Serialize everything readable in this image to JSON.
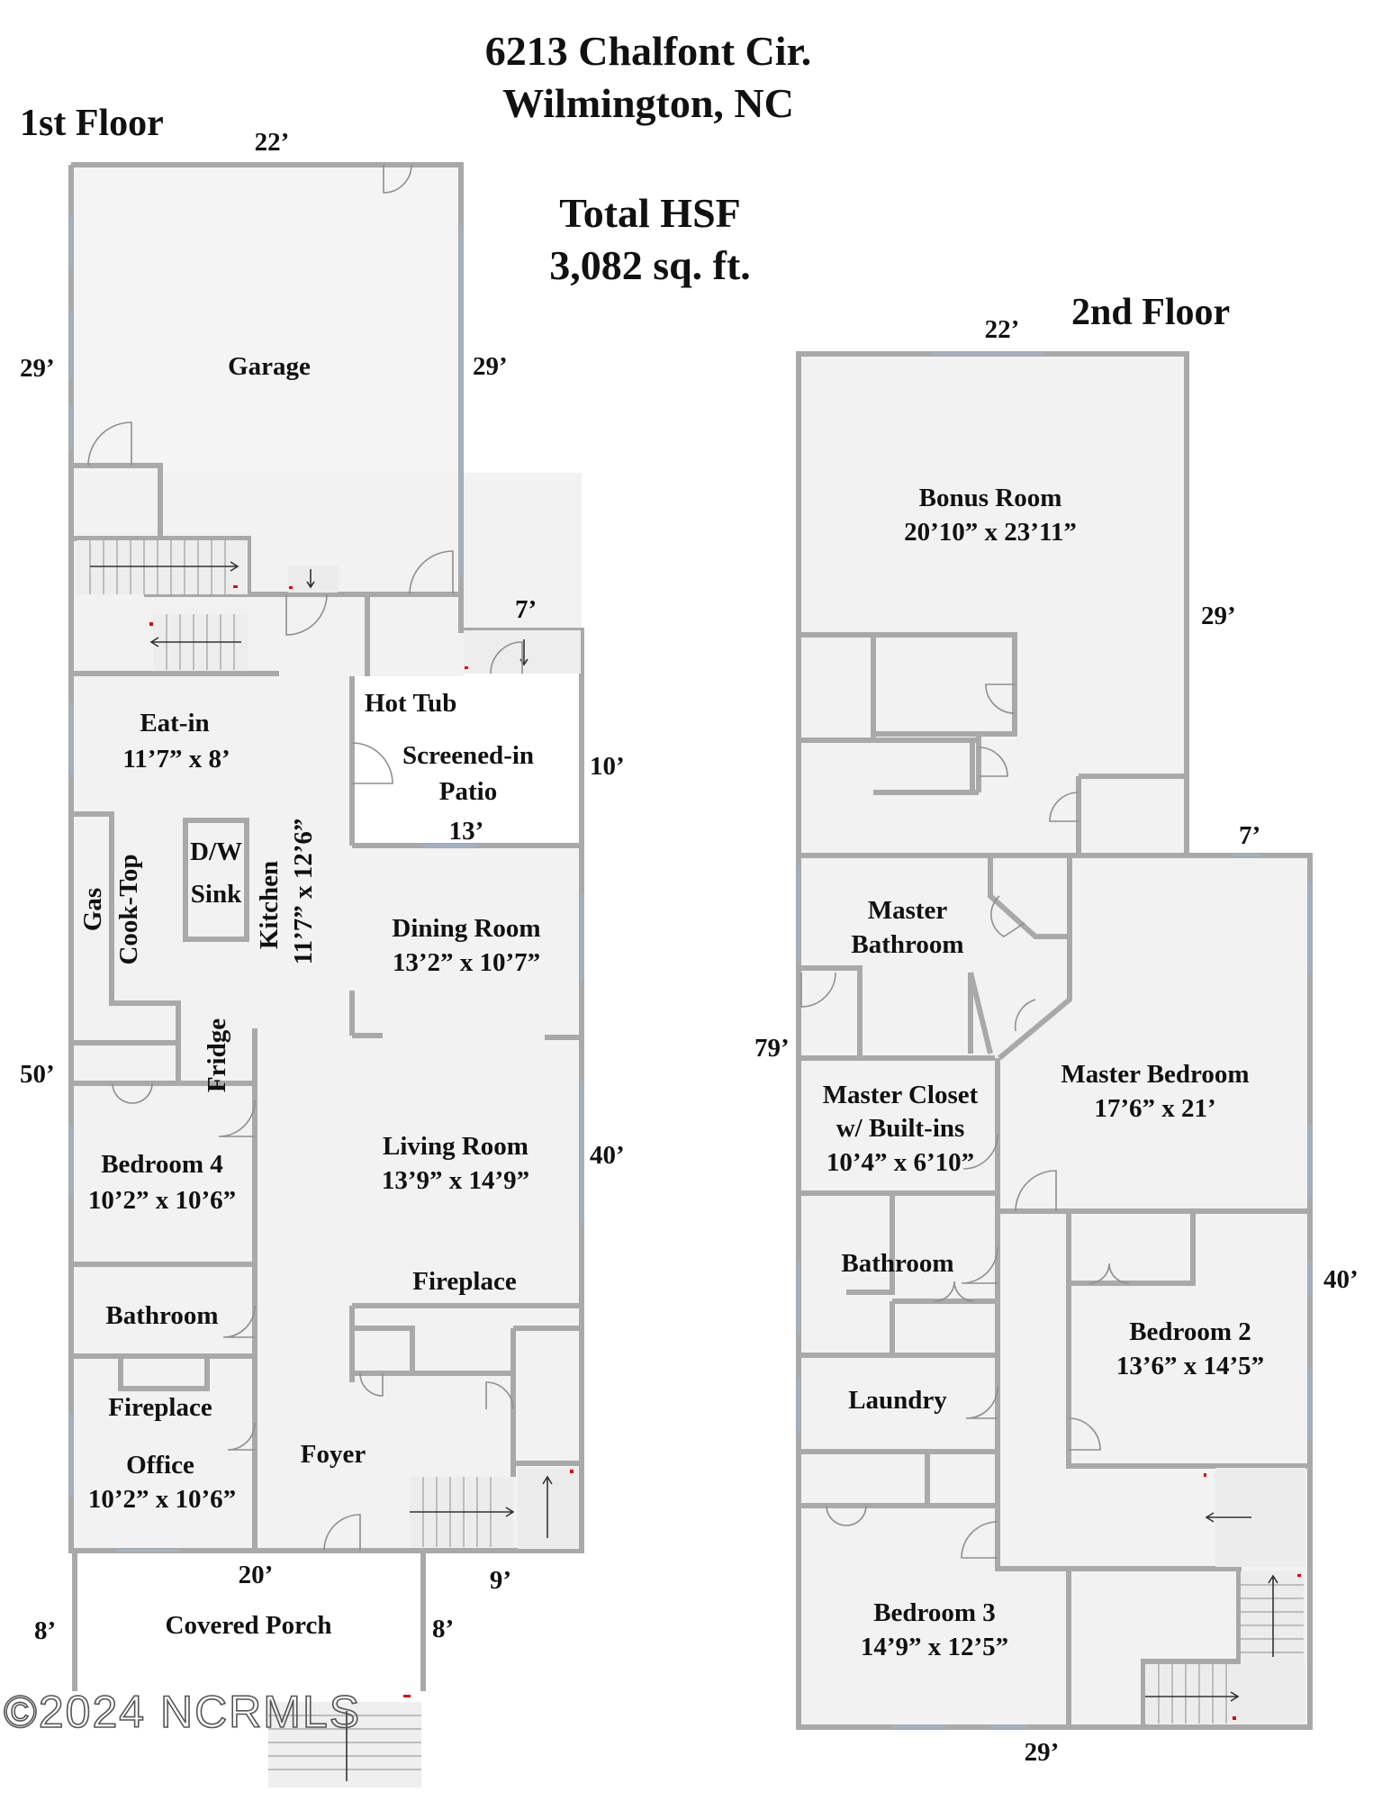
{
  "header": {
    "address_line1": "6213 Chalfont Cir.",
    "address_line2": "Wilmington, NC",
    "total_label": "Total HSF",
    "total_value": "3,082 sq. ft."
  },
  "floor1": {
    "label": "1st Floor",
    "dims": {
      "top": "22’",
      "left_upper": "29’",
      "right_upper": "29’",
      "stair_right": "7’",
      "patio_right": "10’",
      "patio_bottom": "13’",
      "left_mid": "50’",
      "right_mid": "40’",
      "bottom": "20’",
      "bottom_right": "9’",
      "porch_left": "8’",
      "porch_right": "8’"
    },
    "rooms": {
      "garage": "Garage",
      "eat_in": "Eat-in",
      "eat_in_size": "11’7” x 8’",
      "hot_tub": "Hot Tub",
      "patio_1": "Screened-in",
      "patio_2": "Patio",
      "dw": "D/W",
      "sink": "Sink",
      "kitchen": "Kitchen",
      "kitchen_size": "11’7” x 12’6”",
      "gas": "Gas",
      "cooktop": "Cook-Top",
      "fridge": "Fridge",
      "dining": "Dining Room",
      "dining_size": "13’2” x 10’7”",
      "living": "Living Room",
      "living_size": "13’9” x 14’9”",
      "bed4": "Bedroom 4",
      "bed4_size": "10’2” x 10’6”",
      "bathroom": "Bathroom",
      "fireplace_living": "Fireplace",
      "fireplace_office": "Fireplace",
      "office": "Office",
      "office_size": "10’2” x 10’6”",
      "foyer": "Foyer",
      "porch": "Covered Porch"
    }
  },
  "floor2": {
    "label": "2nd Floor",
    "dims": {
      "top": "22’",
      "right_upper": "29’",
      "step": "7’",
      "left": "79’",
      "right_lower": "40’",
      "bottom": "29’"
    },
    "rooms": {
      "bonus": "Bonus Room",
      "bonus_size": "20’10” x 23’11”",
      "master_bath_1": "Master",
      "master_bath_2": "Bathroom",
      "master_bed": "Master Bedroom",
      "master_bed_size": "17’6” x 21’",
      "closet_1": "Master Closet",
      "closet_2": "w/ Built-ins",
      "closet_size": "10’4” x 6’10”",
      "bathroom": "Bathroom",
      "bed2": "Bedroom 2",
      "bed2_size": "13’6” x 14’5”",
      "laundry": "Laundry",
      "bed3": "Bedroom 3",
      "bed3_size": "14’9” x 12’5”"
    }
  },
  "watermark": "©2024 NCRMLS",
  "colors": {
    "wall": "#a9a9a9",
    "floor": "#f2f2f2",
    "marker": "#e00000"
  }
}
